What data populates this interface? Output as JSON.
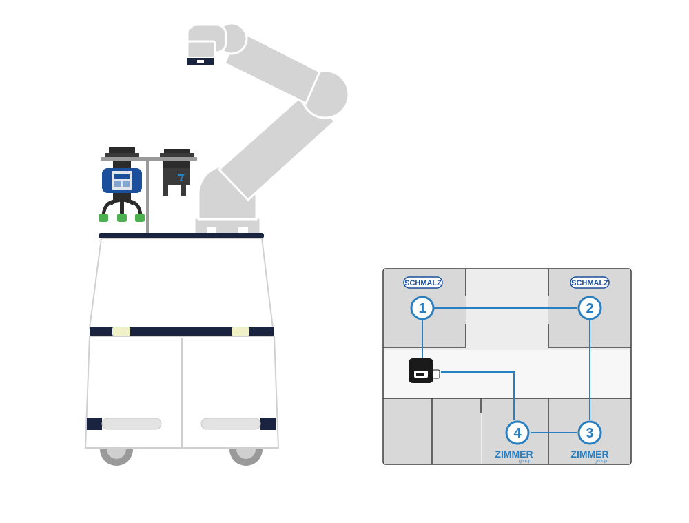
{
  "brands": {
    "schmalz": "SCHMALZ",
    "zimmer": "ZIMMER",
    "zimmer_sub": "group"
  },
  "stations": [
    {
      "number": "1"
    },
    {
      "number": "2"
    },
    {
      "number": "3"
    },
    {
      "number": "4"
    }
  ],
  "colors": {
    "accent_blue": "#2a7fc1",
    "schmalz_blue": "#1b4f9c",
    "robot_gray": "#d4d4d4",
    "zone_gray": "#d8d8d8",
    "navy": "#1a2340",
    "green": "#4caf50"
  },
  "icons": {
    "gripper_station": "gripper-icon"
  }
}
